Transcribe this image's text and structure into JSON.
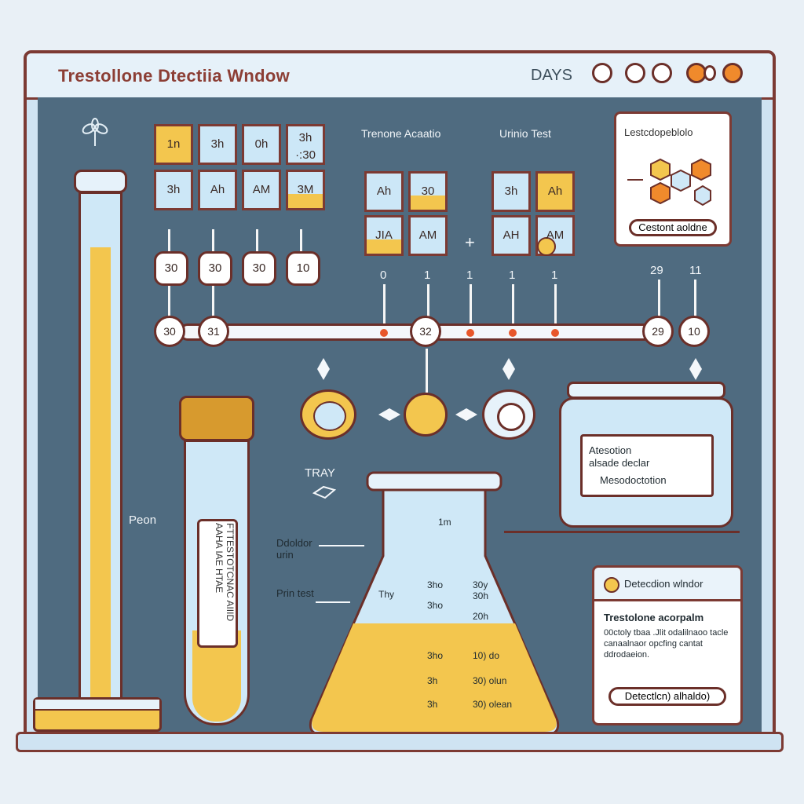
{
  "window": {
    "title": "Trestollone Dtectiia Wndow",
    "days_label": "DAYS"
  },
  "grid_main": {
    "row1": [
      "1n",
      "3h",
      "0h",
      "3h ·:30"
    ],
    "row2": [
      "3h",
      "Ah",
      "AM",
      "3M"
    ]
  },
  "grid_main_nodes": [
    "30",
    "30",
    "30",
    "10"
  ],
  "grid_a": {
    "label": "Trenone Acaatio",
    "cells": [
      "Ah",
      "30",
      "JIA",
      "AM"
    ]
  },
  "grid_b": {
    "label": "Urinio  Test",
    "cells": [
      "3h",
      "Ah",
      "AH",
      "AM"
    ]
  },
  "plus_label": "+",
  "timeline": {
    "top_numbers": [
      "0",
      "1",
      "1",
      "1",
      "1",
      "29",
      "11"
    ],
    "nodes": [
      "30",
      "31",
      "32",
      "29",
      "10"
    ]
  },
  "molecule_card": {
    "title": "Lestcdopeblolo",
    "button": "Cestont aoldne"
  },
  "tray_label": "TRAY",
  "tube_label": "Peon",
  "capped_tube_label": "FTTESTOTCNAC AIIID AAHA IAE HTAE",
  "jar_card": {
    "line1": "Atesotion",
    "line2": "alsade declar",
    "line3": "Mesodoctotion"
  },
  "flask": {
    "top_mark": "1m",
    "left_label_1": "Ddoldor urin",
    "left_label_2": "Prin test",
    "tray_mark": "Thy",
    "marks_left": [
      "3ho",
      "3ho",
      "3ho",
      "3h",
      "3h"
    ],
    "marks_right": [
      "30y 30h",
      "20h",
      "10) do",
      "30) olun",
      "30) olean"
    ]
  },
  "detection_card": {
    "header": "Detecdion wlndor",
    "title": "Trestolone acorpalm",
    "body": "00ctoly tbaa .Jlit odalilnaoo tacle canaalnaor opcfing cantat ddrodaeion.",
    "button": "Detectlcn) alhaldo)"
  },
  "colors": {
    "frame": "#7c3a33",
    "panel": "#4f6b80",
    "liquid": "#f3c64e",
    "accent": "#f08a2c",
    "glass": "#cfe8f7"
  }
}
